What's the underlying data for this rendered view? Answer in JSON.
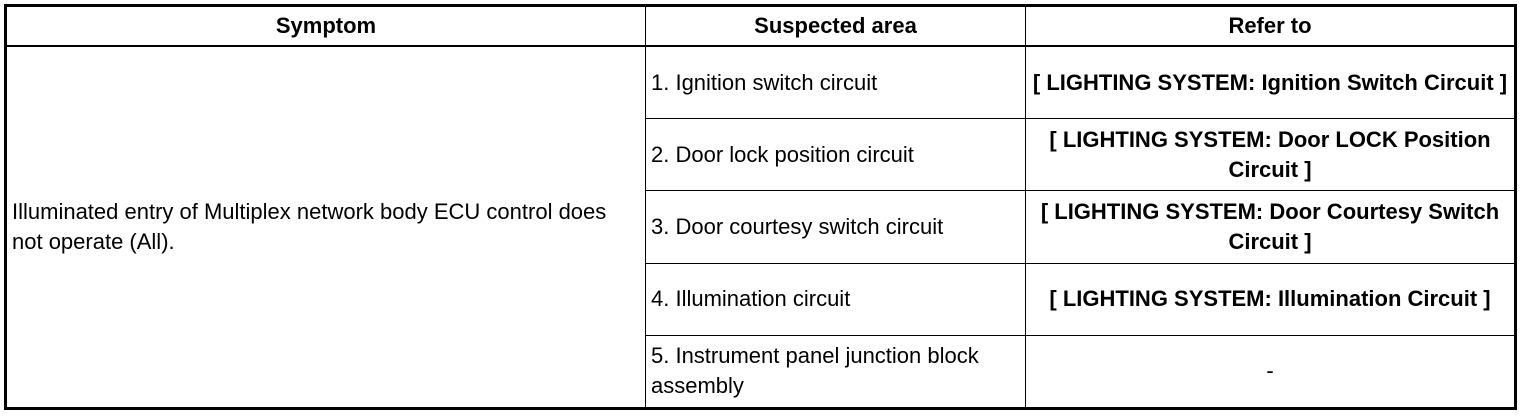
{
  "table": {
    "headers": {
      "symptom": "Symptom",
      "suspected_area": "Suspected area",
      "refer_to": "Refer to"
    },
    "symptom": "Illuminated entry of Multiplex network body ECU control does not operate (All).",
    "rows": [
      {
        "area": "1. Ignition switch circuit",
        "refer": "[ LIGHTING SYSTEM: Ignition Switch Circuit ]"
      },
      {
        "area": "2. Door lock position circuit",
        "refer": "[ LIGHTING SYSTEM: Door LOCK Position Circuit ]"
      },
      {
        "area": "3. Door courtesy switch circuit",
        "refer": "[ LIGHTING SYSTEM: Door Courtesy Switch Circuit ]"
      },
      {
        "area": "4. Illumination circuit",
        "refer": "[ LIGHTING SYSTEM: Illumination Circuit ]"
      },
      {
        "area": "5. Instrument panel junction block assembly",
        "refer": "-"
      }
    ]
  }
}
